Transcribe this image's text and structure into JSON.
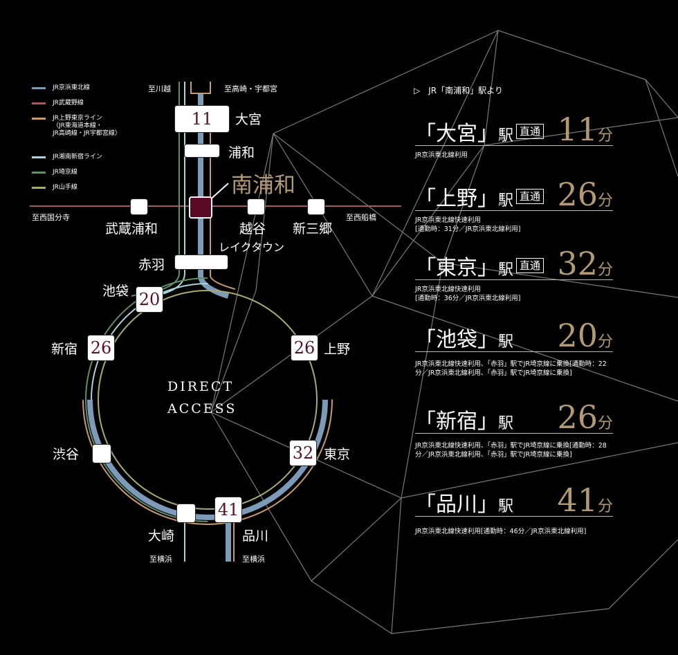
{
  "legend": [
    {
      "label": "JR京浜東北線",
      "color": "#7d9bb8"
    },
    {
      "label": "JR武蔵野線",
      "color": "#a65b5b"
    },
    {
      "label": "JR上野東京ライン\n（JR東海道本線・\nJR高崎線・JR宇都宮線）",
      "color": "#c99a6a"
    },
    {
      "label": "JR湘南新宿ライン",
      "color": "#a9d4dc"
    },
    {
      "label": "JR埼京線",
      "color": "#5f8f66"
    },
    {
      "label": "JR山手線",
      "color": "#a9ad6c"
    }
  ],
  "destinations": {
    "kawagoe": "至川越",
    "takasaki": "至高崎・宇都宮",
    "nishikokubunji": "至西国分寺",
    "nishifunabashi": "至西船橋",
    "yokohama_left": "至横浜",
    "yokohama_right": "至横浜"
  },
  "stations": {
    "omiya": "大宮",
    "urawa": "浦和",
    "minamiurawa": "南浦和",
    "musashiurawa": "武蔵浦和",
    "koshigaya": "越谷",
    "shinmisato": "新三郷",
    "laketown": "レイクタウン",
    "akabane": "赤羽",
    "ikebukuro": "池袋",
    "shinjuku": "新宿",
    "ueno": "上野",
    "shibuya": "渋谷",
    "tokyo": "東京",
    "osaki": "大崎",
    "shinagawa": "品川"
  },
  "station_minutes": {
    "omiya": "11",
    "ikebukuro": "20",
    "shinjuku": "26",
    "ueno": "26",
    "tokyo": "32",
    "shinagawa": "41"
  },
  "center_label": {
    "line1": "DIRECT",
    "line2": "ACCESS"
  },
  "panel": {
    "from_label": "JR「南浦和」駅より",
    "rows": [
      {
        "station": "「大宮」",
        "eki": "駅",
        "badge": "直通",
        "minutes": "11",
        "unit": "分",
        "note": "JR京浜東北線利用"
      },
      {
        "station": "「上野」",
        "eki": "駅",
        "badge": "直通",
        "minutes": "26",
        "unit": "分",
        "note": "JR京浜東北線快速利用\n[通勤時：31分／JR京浜東北線利用]"
      },
      {
        "station": "「東京」",
        "eki": "駅",
        "badge": "直通",
        "minutes": "32",
        "unit": "分",
        "note": "JR京浜東北線快速利用\n[通勤時：36分／JR京浜東北線利用]"
      },
      {
        "station": "「池袋」",
        "eki": "駅",
        "badge": "",
        "minutes": "20",
        "unit": "分",
        "note": "JR京浜東北線快速利用、「赤羽」駅でJR埼京線に乗換[通勤時：22分／JR京浜東北線利用、「赤羽」駅でJR埼京線に乗換]"
      },
      {
        "station": "「新宿」",
        "eki": "駅",
        "badge": "",
        "minutes": "26",
        "unit": "分",
        "note": "JR京浜東北線快速利用、「赤羽」駅でJR埼京線に乗換[通勤時：28分／JR京浜東北線利用、「赤羽」駅でJR埼京線に乗換]"
      },
      {
        "station": "「品川」",
        "eki": "駅",
        "badge": "",
        "minutes": "41",
        "unit": "分",
        "note": "JR京浜東北線快速利用[通勤時：46分／JR京浜東北線利用]"
      }
    ]
  }
}
